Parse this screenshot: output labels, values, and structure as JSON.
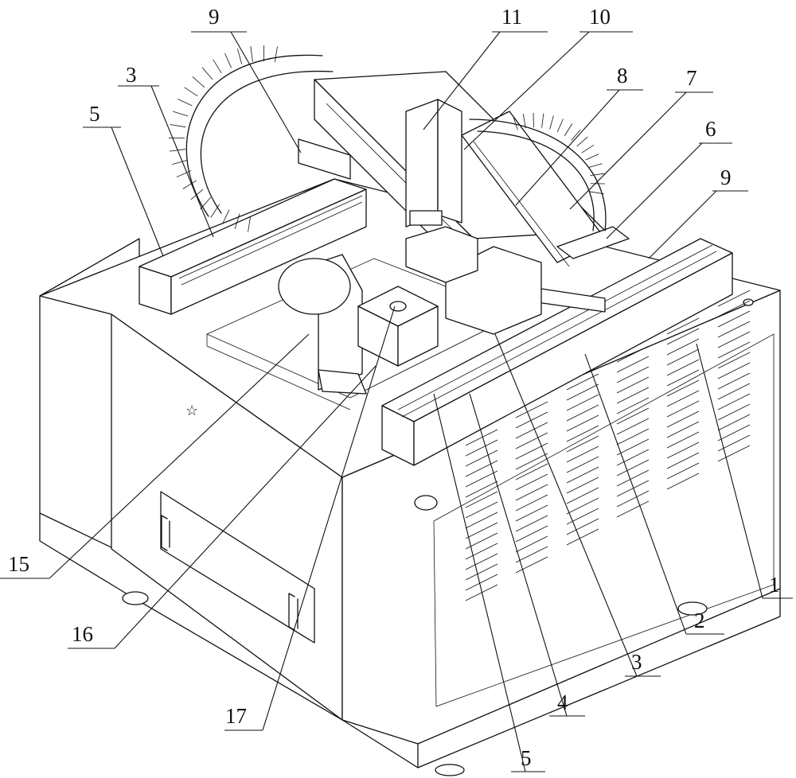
{
  "figure": {
    "callouts": [
      {
        "id": "c9a",
        "label": "9"
      },
      {
        "id": "c11",
        "label": "11"
      },
      {
        "id": "c10",
        "label": "10"
      },
      {
        "id": "c3a",
        "label": "3"
      },
      {
        "id": "c8",
        "label": "8"
      },
      {
        "id": "c7",
        "label": "7"
      },
      {
        "id": "c5a",
        "label": "5"
      },
      {
        "id": "c6",
        "label": "6"
      },
      {
        "id": "c9b",
        "label": "9"
      },
      {
        "id": "c1",
        "label": "1"
      },
      {
        "id": "c15",
        "label": "15"
      },
      {
        "id": "c2",
        "label": "2"
      },
      {
        "id": "c16",
        "label": "16"
      },
      {
        "id": "c3b",
        "label": "3"
      },
      {
        "id": "c4",
        "label": "4"
      },
      {
        "id": "c17",
        "label": "17"
      },
      {
        "id": "c5b",
        "label": "5"
      }
    ],
    "line_color": "#111111",
    "background": "#ffffff"
  }
}
